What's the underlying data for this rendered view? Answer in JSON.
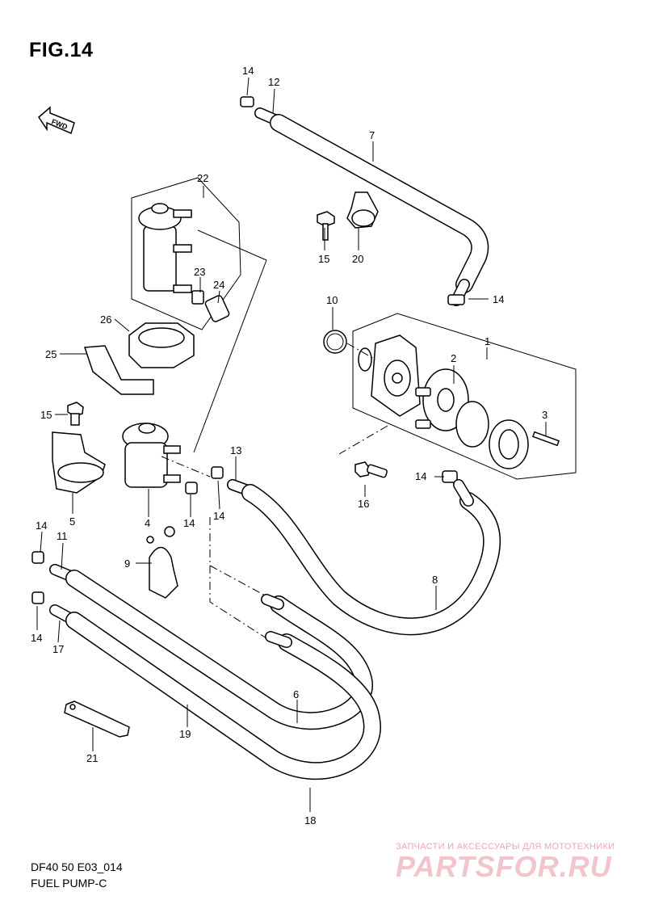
{
  "figure": {
    "title": "FIG.14",
    "direction_label": "FWD"
  },
  "footer": {
    "model_code": "DF40 50 E03_014",
    "section_name": "FUEL PUMP-C"
  },
  "watermark": {
    "tagline": "ЗАПЧАСТИ И АКСЕССУАРЫ ДЛЯ МОТОТЕХНИКИ",
    "brand": "PARTSFOR.RU"
  },
  "callouts": {
    "c1": "1",
    "c2": "2",
    "c3": "3",
    "c4": "4",
    "c5": "5",
    "c6": "6",
    "c7": "7",
    "c8": "8",
    "c9": "9",
    "c10": "10",
    "c11": "11",
    "c12": "12",
    "c13": "13",
    "c14a": "14",
    "c14b": "14",
    "c14c": "14",
    "c14d": "14",
    "c14e": "14",
    "c14f": "14",
    "c14g": "14",
    "c15a": "15",
    "c15b": "15",
    "c16": "16",
    "c17": "17",
    "c18": "18",
    "c19": "19",
    "c20": "20",
    "c21": "21",
    "c22": "22",
    "c23": "23",
    "c24": "24",
    "c25": "25",
    "c26": "26"
  },
  "colors": {
    "line": "#000000",
    "background": "#ffffff",
    "watermark_red": "#e9a9b4"
  }
}
